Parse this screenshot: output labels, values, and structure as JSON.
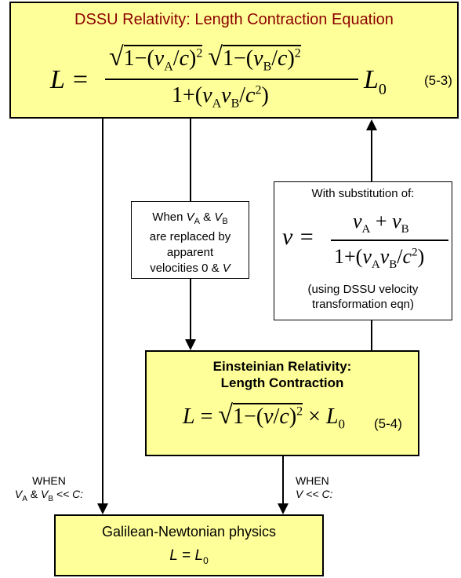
{
  "colors": {
    "box_fill": "#ffff99",
    "title_text": "#8b0000",
    "arrow": "#000000"
  },
  "top_box": {
    "title": "DSSU Relativity: Length Contraction Equation",
    "lhs": "L =",
    "numerator": "√1−(vA/c)² √1−(vB/c)²",
    "denominator": "1+(vAvB/c²)",
    "rhs": "L0",
    "eq_number": "(5-3)"
  },
  "left_note": {
    "line1": "When VA & VB",
    "line2": "are replaced by",
    "line3": "apparent",
    "line4": "velocities 0 & V"
  },
  "right_note": {
    "header": "With substitution of:",
    "lhs": "v =",
    "numerator": "vA + vB",
    "denominator": "1+(vAvB/c²)",
    "footer1": "(using DSSU velocity",
    "footer2": "transformation eqn)"
  },
  "middle_box": {
    "title1": "Einsteinian Relativity:",
    "title2": "Length Contraction",
    "equation": "L = √1−(v/c)² × L0",
    "eq_number": "(5-4)"
  },
  "left_condition": {
    "line1": "WHEN",
    "line2": "VA & VB << C:"
  },
  "right_condition": {
    "line1": "WHEN",
    "line2": "V << C:"
  },
  "bottom_box": {
    "title": "Galilean-Newtonian physics",
    "equation": "L = L0"
  }
}
